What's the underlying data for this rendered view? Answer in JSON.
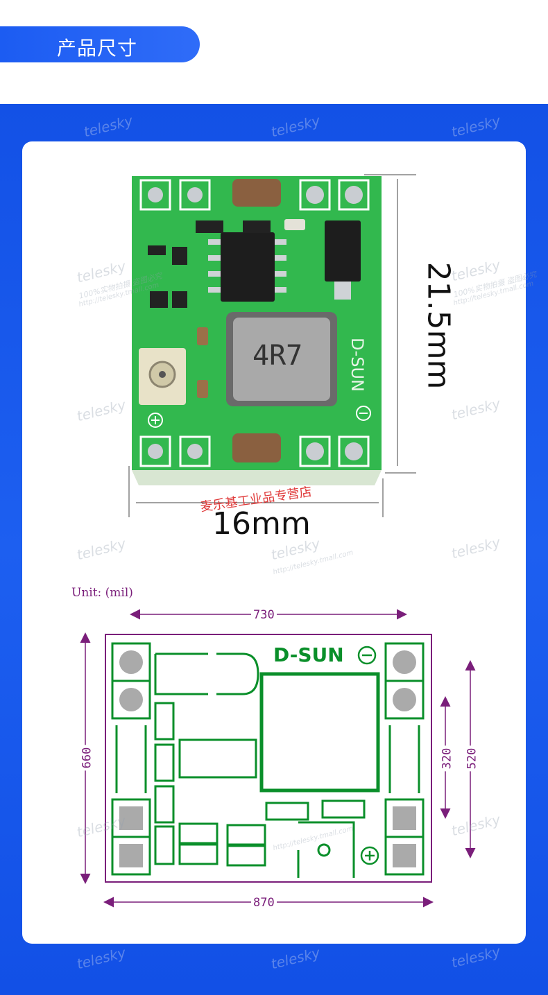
{
  "header": {
    "title": "产品尺寸"
  },
  "photo": {
    "inductor_label": "4R7",
    "board_label": "D-SUN",
    "height_label": "21.5mm",
    "width_label": "16mm",
    "store_text": "麦乐基工业品专营店"
  },
  "drawing": {
    "unit_label": "Unit: (mil)",
    "top_dim": "730",
    "bottom_dim": "870",
    "left_dim": "660",
    "right_dim_inner": "320",
    "right_dim_outer": "520",
    "silk_label": "D-SUN"
  },
  "watermark": {
    "brand": "telesky",
    "sub": "100%实物拍摄 盗图必究",
    "url": "http://telesky.tmall.com"
  },
  "colors": {
    "blue": "#1351e6",
    "pcb_green": "#2bb54a",
    "outline_purple": "#7a1e7a",
    "silk_green": "#0a8f2a"
  }
}
